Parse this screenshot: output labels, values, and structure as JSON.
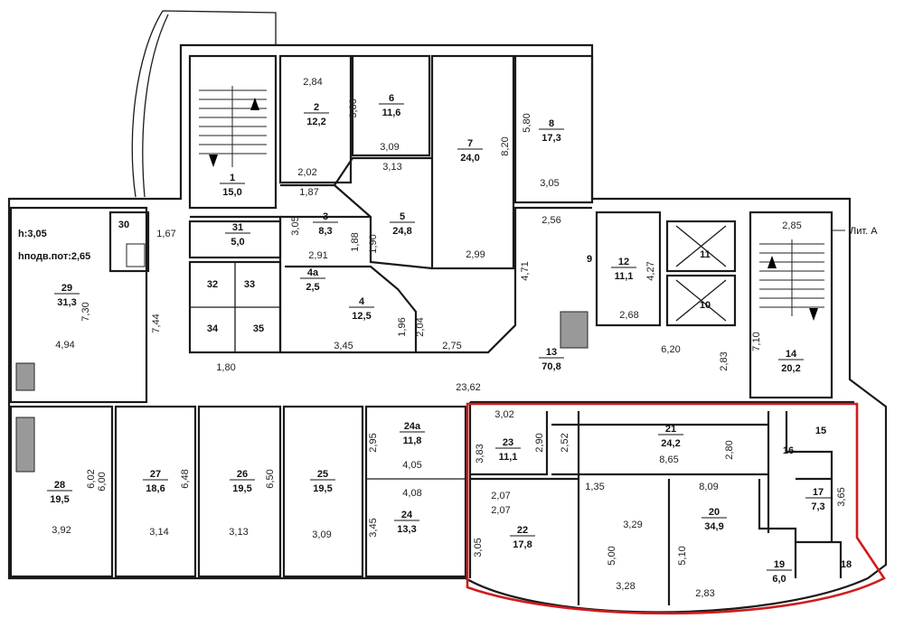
{
  "building_label": "Лит. А",
  "height_note": "h:3,05",
  "basement_height_note": "hподв.пот:2,65",
  "highlight_color": "#d01c1c",
  "rooms": [
    {
      "no": "1",
      "area": "15,0"
    },
    {
      "no": "2",
      "area": "12,2"
    },
    {
      "no": "3",
      "area": "8,3"
    },
    {
      "no": "4",
      "area": "12,5"
    },
    {
      "no": "4а",
      "area": "2,5"
    },
    {
      "no": "5",
      "area": "24,8"
    },
    {
      "no": "6",
      "area": "11,6"
    },
    {
      "no": "7",
      "area": "24,0"
    },
    {
      "no": "8",
      "area": "17,3"
    },
    {
      "no": "9",
      "area": ""
    },
    {
      "no": "10",
      "area": ""
    },
    {
      "no": "11",
      "area": ""
    },
    {
      "no": "12",
      "area": "11,1"
    },
    {
      "no": "13",
      "area": "70,8"
    },
    {
      "no": "14",
      "area": "20,2"
    },
    {
      "no": "15",
      "area": ""
    },
    {
      "no": "16",
      "area": ""
    },
    {
      "no": "17",
      "area": "7,3"
    },
    {
      "no": "18",
      "area": ""
    },
    {
      "no": "19",
      "area": "6,0"
    },
    {
      "no": "20",
      "area": "34,9"
    },
    {
      "no": "21",
      "area": "24,2"
    },
    {
      "no": "22",
      "area": "17,8"
    },
    {
      "no": "23",
      "area": "11,1"
    },
    {
      "no": "24",
      "area": "13,3"
    },
    {
      "no": "24а",
      "area": "11,8"
    },
    {
      "no": "25",
      "area": "19,5"
    },
    {
      "no": "26",
      "area": "19,5"
    },
    {
      "no": "27",
      "area": "18,6"
    },
    {
      "no": "28",
      "area": "19,5"
    },
    {
      "no": "29",
      "area": "31,3"
    },
    {
      "no": "30",
      "area": ""
    },
    {
      "no": "31",
      "area": "5,0"
    },
    {
      "no": "32",
      "area": ""
    },
    {
      "no": "33",
      "area": ""
    },
    {
      "no": "34",
      "area": ""
    },
    {
      "no": "35",
      "area": ""
    }
  ],
  "dimensions": [
    "2,84",
    "3,86",
    "5,80",
    "3,09",
    "8,20",
    "2,02",
    "3,13",
    "3,05",
    "1,87",
    "3,05",
    "1,88",
    "1,90",
    "2,91",
    "2,56",
    "4,27",
    "4,71",
    "2,68",
    "6,20",
    "2,85",
    "7,10",
    "2,83",
    "1,67",
    "7,30",
    "7,44",
    "4,94",
    "1,96",
    "2,04",
    "2,99",
    "2,75",
    "3,45",
    "1,80",
    "23,62",
    "3,02",
    "2,95",
    "4,05",
    "4,08",
    "3,83",
    "2,90",
    "2,52",
    "2,80",
    "8,65",
    "1,35",
    "8,09",
    "3,65",
    "2,07",
    "2,07",
    "3,29",
    "3,45",
    "3,05",
    "5,00",
    "5,10",
    "6,02",
    "6,00",
    "6,48",
    "6,50",
    "3,92",
    "3,14",
    "3,13",
    "3,09",
    "3,28",
    "2,83"
  ]
}
